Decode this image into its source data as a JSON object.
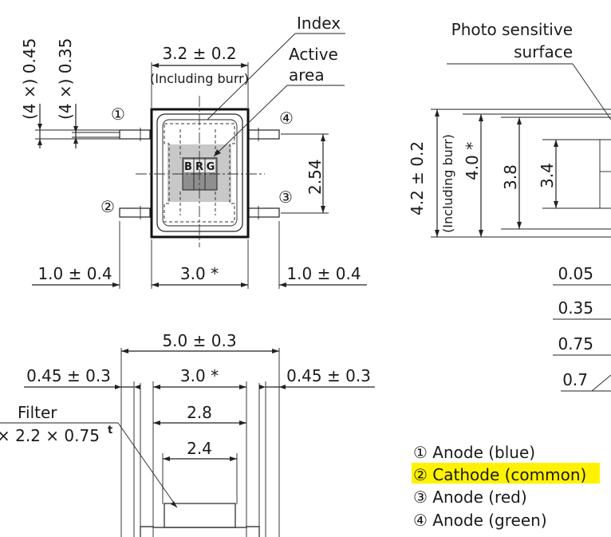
{
  "labels": {
    "index": "Index",
    "active_area": [
      "Active",
      "area"
    ],
    "photo_sensitive_surface": [
      "Photo sensitive",
      "surface"
    ],
    "filter": "Filter",
    "filter_dims": "× 2.2 × 0.75",
    "filter_dims_sup": "t",
    "chip_letters": [
      "B",
      "R",
      "G"
    ]
  },
  "top_view_dims": {
    "width": "3.2 ± 0.2",
    "width_note": "(Including burr)",
    "lead_width_a": "(4 ×) 0.45",
    "lead_width_b": "(4 ×) 0.35",
    "pitch": "2.54",
    "lead_len_left": "1.0 ± 0.4",
    "body_len": "3.0 *",
    "lead_len_right": "1.0 ± 0.4"
  },
  "pin_markers": [
    "①",
    "②",
    "③",
    "④"
  ],
  "bottom_view_dims": {
    "overall": "5.0 ± 0.3",
    "left": "0.45 ± 0.3",
    "center": "3.0 *",
    "right": "0.45 ± 0.3",
    "inner1": "2.8",
    "inner2": "2.4"
  },
  "side_view_dims": {
    "height": "4.2 ± 0.2",
    "height_note": "(Including burr)",
    "h40": "4.0 *",
    "h38": "3.8",
    "h34": "3.4",
    "d005": "0.05",
    "d035": "0.35",
    "d075": "0.75",
    "d07": "0.7"
  },
  "legend": [
    {
      "marker": "①",
      "text": "Anode (blue)",
      "highlight": false
    },
    {
      "marker": "②",
      "text": "Cathode (common)",
      "highlight": true
    },
    {
      "marker": "③",
      "text": "Anode (red)",
      "highlight": false
    },
    {
      "marker": "④",
      "text": "Anode (green)",
      "highlight": false
    }
  ],
  "colors": {
    "highlight": "#fff200",
    "active_area_fill": "#c8c8c8",
    "chip_fill": "#8f8f8f",
    "package_inner": "#ffffff"
  }
}
